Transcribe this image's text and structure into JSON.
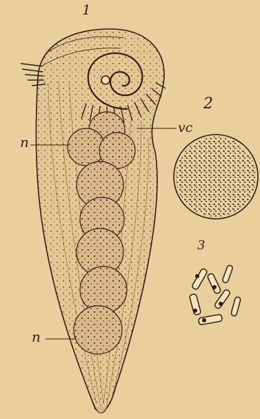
{
  "labels": {
    "fig1": "1",
    "fig2": "2",
    "fig3": "3",
    "n_top": "n",
    "vc": "vc",
    "n_bottom": "n"
  },
  "colors": {
    "paper": "#e9cf9c",
    "ink": "#2a1c10",
    "nucleus_fill": "#d9b98a"
  },
  "figure_contents": [
    "figure-1-ciliate-cell",
    "figure-2-nucleus-cross-section",
    "figure-3-rod-bodies"
  ]
}
